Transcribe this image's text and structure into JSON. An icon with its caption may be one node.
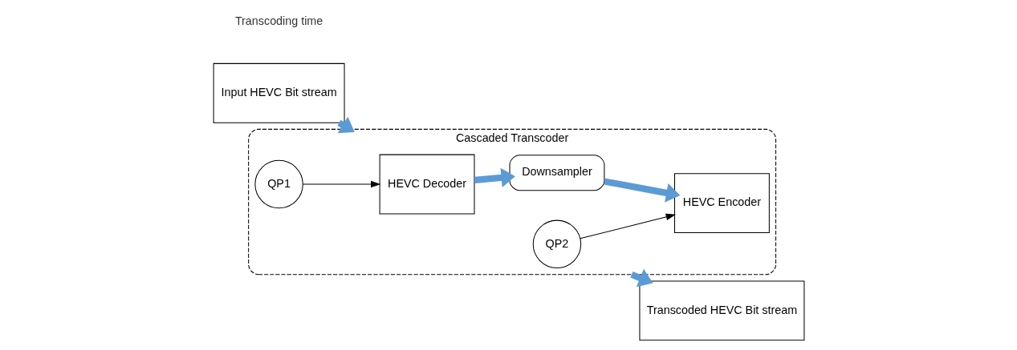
{
  "diagram": {
    "nodes": [
      {
        "text": [
          "Input HEVC Bit stream"
        ]
      },
      {
        "text": [
          "Cascaded Transcoder"
        ]
      },
      {
        "text": [
          "HEVC Decoder"
        ],
        "in": 1
      },
      {
        "text": [
          "HEVC Encoder"
        ],
        "in": 1
      },
      {
        "text": [
          "Downsampler"
        ],
        "in": 1
      },
      {
        "text": [
          "QP1"
        ],
        "in": 1
      },
      {
        "text": [
          "QP2"
        ],
        "in": 1
      },
      {
        "text": [
          "Transcoded HEVC Bit stream"
        ]
      }
    ],
    "edges": [
      {
        "from": 0,
        "to": 1,
        "arrow": "to"
      },
      {
        "from": 2,
        "to": 4,
        "arrow": "to"
      },
      {
        "from": 4,
        "to": 3,
        "arrow": "to"
      },
      {
        "from": 1,
        "to": 7,
        "arrow": "to"
      },
      {
        "from": 5,
        "to": 2,
        "arrow": "to",
        "color": "#000000"
      },
      {
        "from": 6,
        "to": 3,
        "arrow": "to",
        "color": "#000000"
      }
    ],
    "labels": [
      "Transcoding time"
    ]
  }
}
